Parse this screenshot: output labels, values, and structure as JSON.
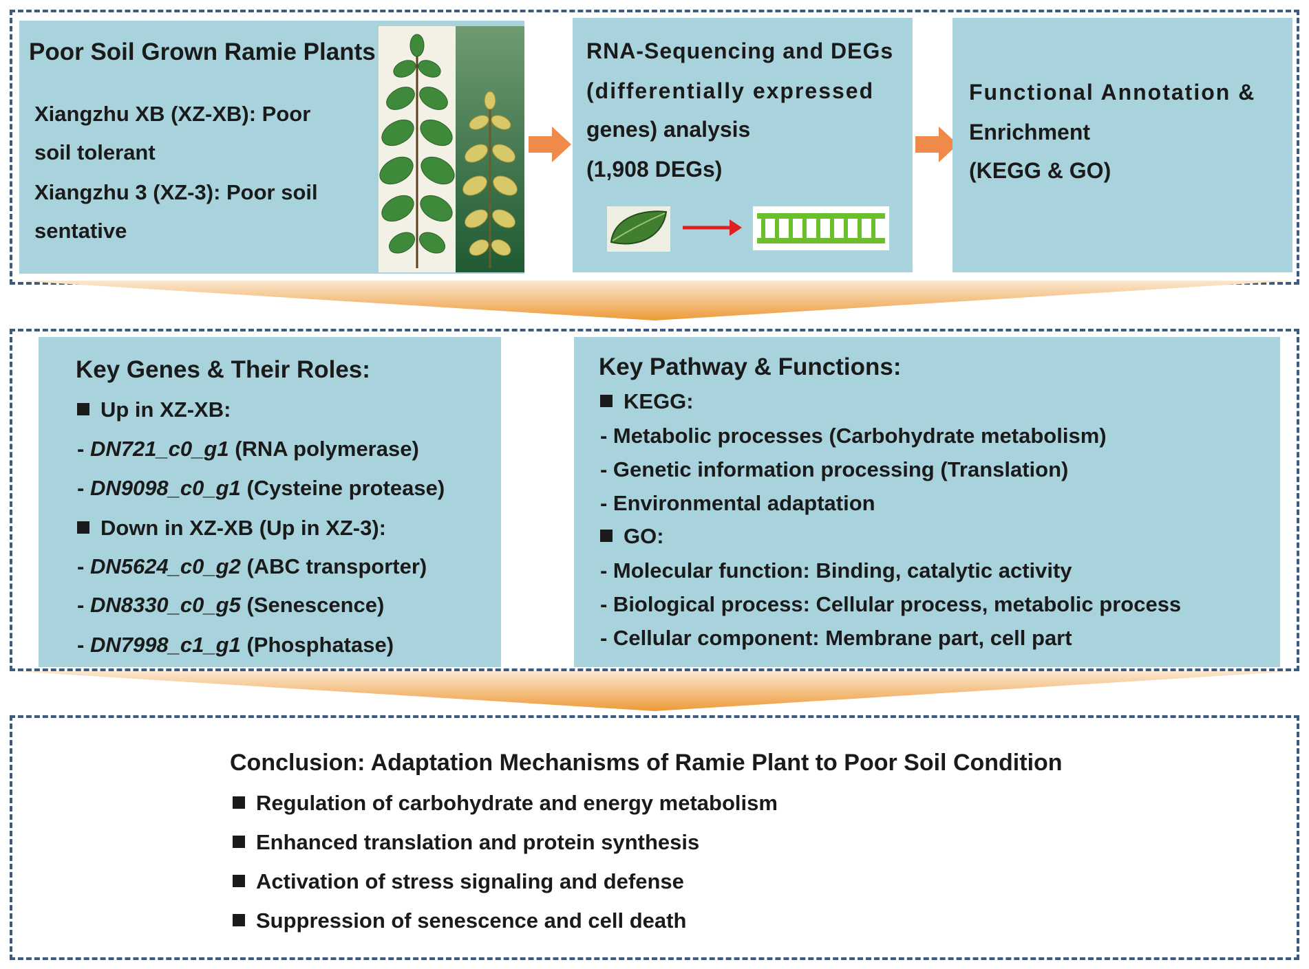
{
  "section1": {
    "box1": {
      "title": "Poor Soil Grown Ramie Plants",
      "lines": [
        "Xiangzhu XB (XZ-XB): Poor",
        "soil tolerant",
        "Xiangzhu 3 (XZ-3): Poor soil",
        "sentative"
      ]
    },
    "box2": {
      "lines": [
        "RNA-Sequencing and DEGs",
        "(differentially expressed",
        "genes)  analysis",
        "(1,908 DEGs)"
      ]
    },
    "box3": {
      "lines": [
        "Functional Annotation &",
        "Enrichment",
        "(KEGG & GO)"
      ]
    }
  },
  "section2": {
    "genes": {
      "title": "Key Genes & Their Roles:",
      "up_header": "Up in XZ-XB:",
      "up_items": [
        {
          "id": "DN721_c0_g1",
          "role": "(RNA polymerase)"
        },
        {
          "id": "DN9098_c0_g1",
          "role": "(Cysteine protease)"
        }
      ],
      "down_header": "Down in XZ-XB (Up in XZ-3):",
      "down_items": [
        {
          "id": "DN5624_c0_g2",
          "role": "(ABC transporter)"
        },
        {
          "id": "DN8330_c0_g5",
          "role": "(Senescence)"
        },
        {
          "id": "DN7998_c1_g1",
          "role": "(Phosphatase)"
        }
      ]
    },
    "pathways": {
      "title": "Key Pathway & Functions:",
      "kegg_header": "KEGG:",
      "kegg_items": [
        "- Metabolic processes (Carbohydrate metabolism)",
        "- Genetic information processing  (Translation)",
        "- Environmental adaptation"
      ],
      "go_header": "GO:",
      "go_items": [
        "- Molecular function: Binding, catalytic activity",
        "- Biological process: Cellular process, metabolic process",
        "- Cellular component: Membrane part, cell part"
      ]
    }
  },
  "section3": {
    "title": "Conclusion: Adaptation Mechanisms of Ramie Plant to Poor Soil Condition",
    "items": [
      "Regulation of carbohydrate and energy metabolism",
      "Enhanced translation and protein synthesis",
      "Activation of stress signaling and defense",
      "Suppression of senescence and cell death"
    ]
  },
  "colors": {
    "panel": "#a8d3dc",
    "dashed_border": "#3d5a80",
    "arrow_orange": "#f08a4b",
    "chevron_orange": "#f0a24a",
    "red_arrow": "#e02020",
    "dna_green": "#6bbf2a"
  },
  "icons": [
    "ramie-plant-healthy",
    "ramie-plant-yellowing",
    "leaf-icon",
    "red-arrow-icon",
    "dna-ladder-icon",
    "orange-arrow-icon",
    "square-bullet-icon"
  ]
}
